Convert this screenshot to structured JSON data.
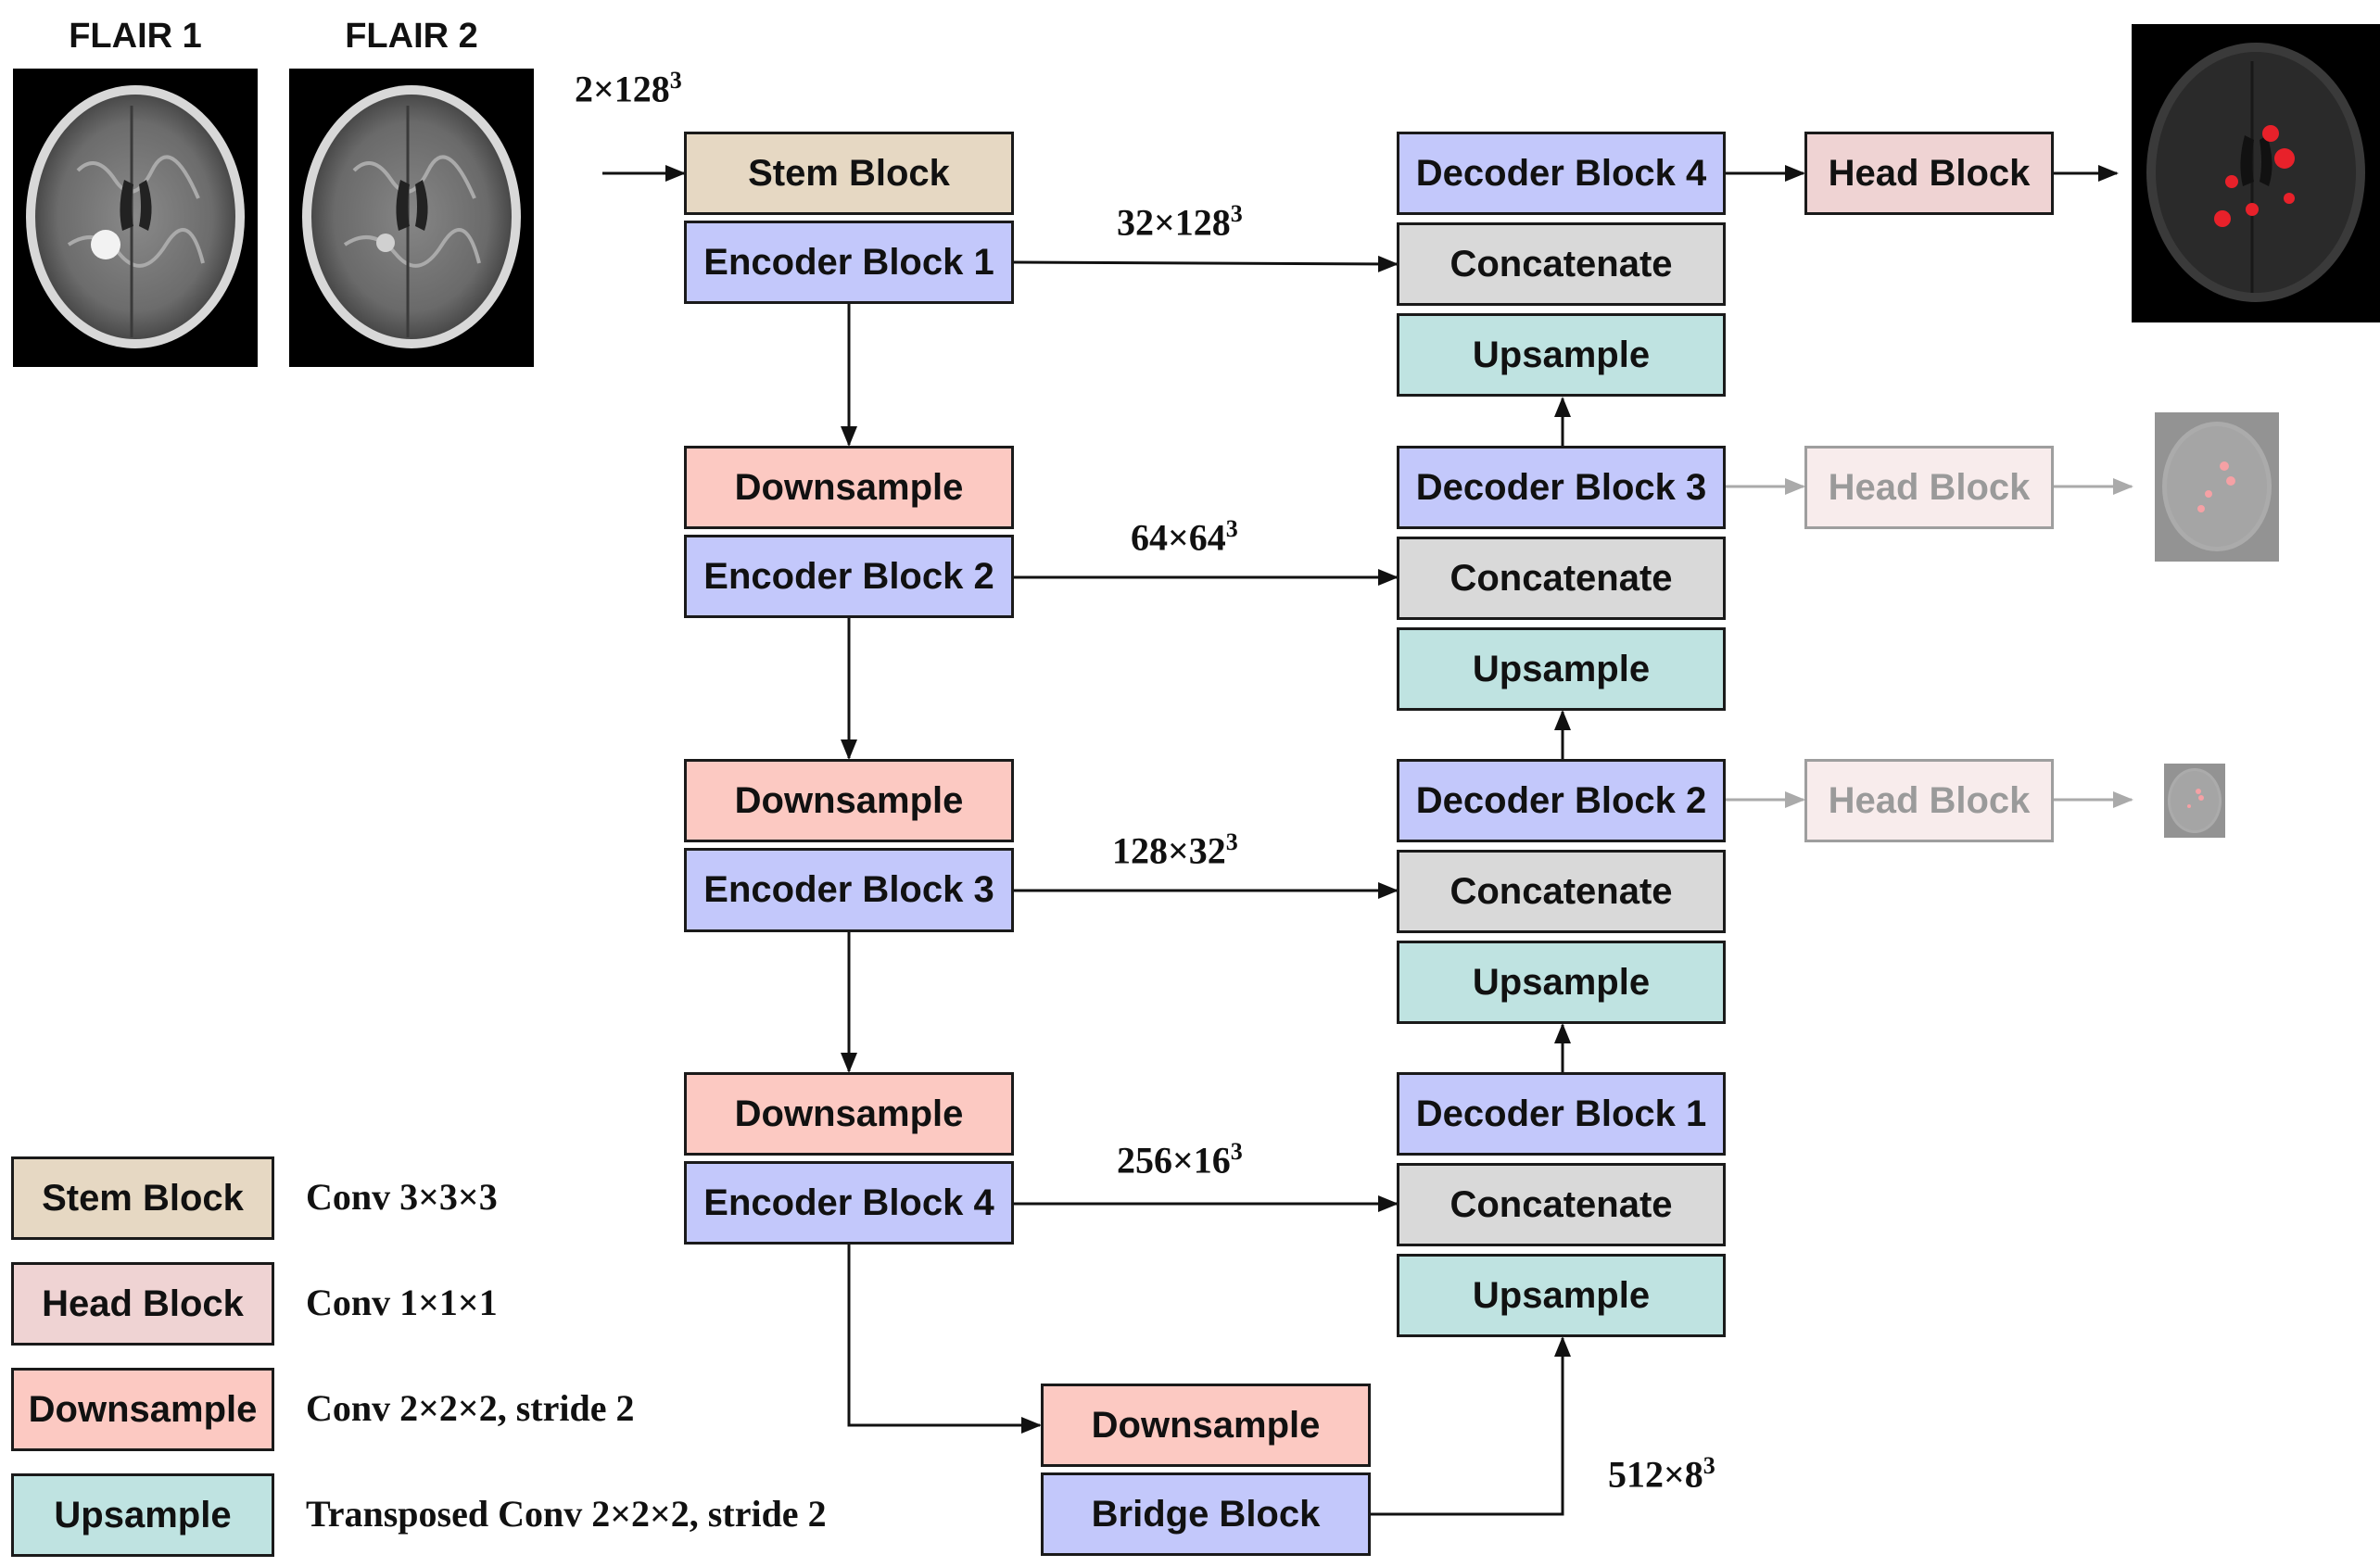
{
  "inputs": {
    "flair1_label": "FLAIR 1",
    "flair2_label": "FLAIR 2"
  },
  "dims": {
    "input": {
      "base": "2×128",
      "exp": "3"
    },
    "skip1": {
      "base": "32×128",
      "exp": "3"
    },
    "skip2": {
      "base": "64×64",
      "exp": "3"
    },
    "skip3": {
      "base": "128×32",
      "exp": "3"
    },
    "skip4": {
      "base": "256×16",
      "exp": "3"
    },
    "bridge": {
      "base": "512×8",
      "exp": "3"
    }
  },
  "encoder": {
    "stem": "Stem Block",
    "enc1": "Encoder Block 1",
    "down1": "Downsample",
    "enc2": "Encoder Block 2",
    "down2": "Downsample",
    "enc3": "Encoder Block 3",
    "down3": "Downsample",
    "enc4": "Encoder Block 4"
  },
  "bridge": {
    "down": "Downsample",
    "block": "Bridge Block"
  },
  "decoder": {
    "dec4": "Decoder Block 4",
    "cat4": "Concatenate",
    "up4": "Upsample",
    "dec3": "Decoder Block 3",
    "cat3": "Concatenate",
    "up3": "Upsample",
    "dec2": "Decoder Block 2",
    "cat2": "Concatenate",
    "up2": "Upsample",
    "dec1": "Decoder Block 1",
    "cat1": "Concatenate",
    "up1": "Upsample"
  },
  "heads": {
    "main": "Head Block",
    "aux1": "Head Block",
    "aux2": "Head Block"
  },
  "legend": [
    {
      "block": "Stem Block",
      "desc": "Conv 3×3×3"
    },
    {
      "block": "Head Block",
      "desc": "Conv 1×1×1"
    },
    {
      "block": "Downsample",
      "desc": "Conv 2×2×2, stride 2"
    },
    {
      "block": "Upsample",
      "desc": "Transposed Conv 2×2×2, stride 2"
    }
  ],
  "colors": {
    "stem": "#e6d8c3",
    "encoder": "#c3c8fb",
    "downsample": "#fcc9c2",
    "upsample": "#bfe3e1",
    "concatenate": "#d9d9d9",
    "head": "#efd3d3",
    "lesion": "#e8212a"
  }
}
